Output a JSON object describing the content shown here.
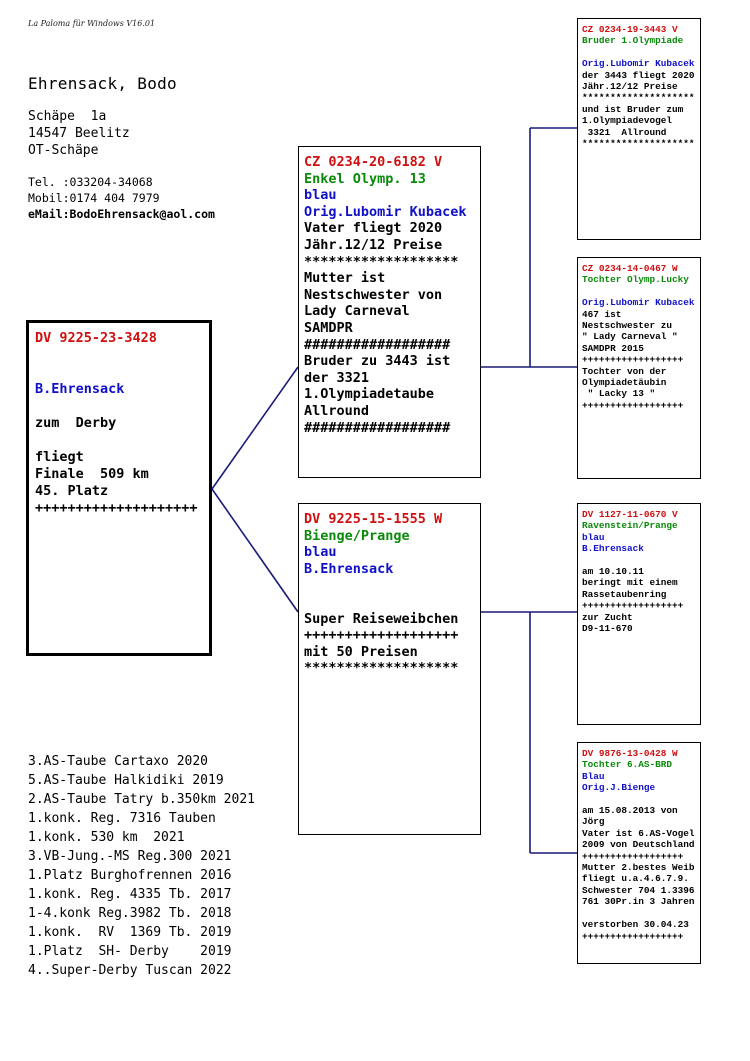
{
  "software": "La Paloma für Windows V16.01",
  "owner": {
    "name": "Ehrensack, Bodo",
    "address": [
      "Schäpe  1a",
      "14547 Beelitz",
      "OT-Schäpe"
    ],
    "phone": "Tel. :033204-34068",
    "mobile": "Mobil:0174 404 7979",
    "email": "eMail:BodoEhrensack@aol.com"
  },
  "main_bird": {
    "lines": [
      {
        "text": "DV 9225-23-3428",
        "color": "red"
      },
      {
        "text": "",
        "color": "black"
      },
      {
        "text": "",
        "color": "black"
      },
      {
        "text": "B.Ehrensack",
        "color": "blue"
      },
      {
        "text": "",
        "color": "black"
      },
      {
        "text": "zum  Derby",
        "color": "black"
      },
      {
        "text": "",
        "color": "black"
      },
      {
        "text": "fliegt",
        "color": "black"
      },
      {
        "text": "Finale  509 km",
        "color": "black"
      },
      {
        "text": "45. Platz",
        "color": "black"
      },
      {
        "text": "++++++++++++++++++++",
        "color": "black"
      }
    ]
  },
  "sire": {
    "lines": [
      {
        "text": "CZ 0234-20-6182 V",
        "color": "red"
      },
      {
        "text": "Enkel Olymp. 13",
        "color": "green"
      },
      {
        "text": "blau",
        "color": "blue"
      },
      {
        "text": "Orig.Lubomir Kubacek",
        "color": "blue"
      },
      {
        "text": "Vater fliegt 2020",
        "color": "black"
      },
      {
        "text": "Jähr.12/12 Preise",
        "color": "black"
      },
      {
        "text": "*******************",
        "color": "black"
      },
      {
        "text": "Mutter ist",
        "color": "black"
      },
      {
        "text": "Nestschwester von",
        "color": "black"
      },
      {
        "text": "Lady Carneval",
        "color": "black"
      },
      {
        "text": "SAMDPR",
        "color": "black"
      },
      {
        "text": "##################",
        "color": "black"
      },
      {
        "text": "Bruder zu 3443 ist",
        "color": "black"
      },
      {
        "text": "der 3321",
        "color": "black"
      },
      {
        "text": "1.Olympiadetaube",
        "color": "black"
      },
      {
        "text": "Allround",
        "color": "black"
      },
      {
        "text": "##################",
        "color": "black"
      }
    ]
  },
  "dam": {
    "lines": [
      {
        "text": "DV 9225-15-1555 W",
        "color": "red"
      },
      {
        "text": "Bienge/Prange",
        "color": "green"
      },
      {
        "text": "blau",
        "color": "blue"
      },
      {
        "text": "B.Ehrensack",
        "color": "blue"
      },
      {
        "text": "",
        "color": "black"
      },
      {
        "text": "",
        "color": "black"
      },
      {
        "text": "Super Reiseweibchen",
        "color": "black"
      },
      {
        "text": "+++++++++++++++++++",
        "color": "black"
      },
      {
        "text": "mit 50 Preisen",
        "color": "black"
      },
      {
        "text": "*******************",
        "color": "black"
      }
    ]
  },
  "sire_sire": {
    "lines": [
      {
        "text": "CZ 0234-19-3443 V",
        "color": "red"
      },
      {
        "text": "Bruder 1.Olympiade",
        "color": "green"
      },
      {
        "text": "",
        "color": "black"
      },
      {
        "text": "Orig.Lubomir Kubacek",
        "color": "blue"
      },
      {
        "text": "der 3443 fliegt 2020",
        "color": "black"
      },
      {
        "text": "Jähr.12/12 Preise",
        "color": "black"
      },
      {
        "text": "********************",
        "color": "black"
      },
      {
        "text": "und ist Bruder zum",
        "color": "black"
      },
      {
        "text": "1.Olympiadevogel",
        "color": "black"
      },
      {
        "text": " 3321  Allround",
        "color": "black"
      },
      {
        "text": "********************",
        "color": "black"
      }
    ]
  },
  "sire_dam": {
    "lines": [
      {
        "text": "CZ 0234-14-0467 W",
        "color": "red"
      },
      {
        "text": "Tochter Olymp.Lucky",
        "color": "green"
      },
      {
        "text": "",
        "color": "black"
      },
      {
        "text": "Orig.Lubomir Kubacek",
        "color": "blue"
      },
      {
        "text": "467 ist",
        "color": "black"
      },
      {
        "text": "Nestschwester zu",
        "color": "black"
      },
      {
        "text": "\" Lady Carneval \"",
        "color": "black"
      },
      {
        "text": "SAMDPR 2015",
        "color": "black"
      },
      {
        "text": "++++++++++++++++++",
        "color": "black"
      },
      {
        "text": "Tochter von der",
        "color": "black"
      },
      {
        "text": "Olympiadetäubin",
        "color": "black"
      },
      {
        "text": " \" Lacky 13 \"",
        "color": "black"
      },
      {
        "text": "++++++++++++++++++",
        "color": "black"
      }
    ]
  },
  "dam_sire": {
    "lines": [
      {
        "text": "DV 1127-11-0670 V",
        "color": "red"
      },
      {
        "text": "Ravenstein/Prange",
        "color": "green"
      },
      {
        "text": "blau",
        "color": "blue"
      },
      {
        "text": "B.Ehrensack",
        "color": "blue"
      },
      {
        "text": "",
        "color": "black"
      },
      {
        "text": "am 10.10.11",
        "color": "black"
      },
      {
        "text": "beringt mit einem",
        "color": "black"
      },
      {
        "text": "Rassetaubenring",
        "color": "black"
      },
      {
        "text": "++++++++++++++++++",
        "color": "black"
      },
      {
        "text": "zur Zucht",
        "color": "black"
      },
      {
        "text": "D9-11-670",
        "color": "black"
      }
    ]
  },
  "dam_dam": {
    "lines": [
      {
        "text": "DV 9876-13-0428 W",
        "color": "red"
      },
      {
        "text": "Tochter 6.AS-BRD",
        "color": "green"
      },
      {
        "text": "Blau",
        "color": "blue"
      },
      {
        "text": "Orig.J.Bienge",
        "color": "blue"
      },
      {
        "text": "",
        "color": "black"
      },
      {
        "text": "am 15.08.2013 von",
        "color": "black"
      },
      {
        "text": "Jörg",
        "color": "black"
      },
      {
        "text": "Vater ist 6.AS-Vogel",
        "color": "black"
      },
      {
        "text": "2009 von Deutschland",
        "color": "black"
      },
      {
        "text": "++++++++++++++++++",
        "color": "black"
      },
      {
        "text": "Mutter 2.bestes Weib",
        "color": "black"
      },
      {
        "text": "fliegt u.a.4.6.7.9.",
        "color": "black"
      },
      {
        "text": "Schwester 704 1.3396",
        "color": "black"
      },
      {
        "text": "761 30Pr.in 3 Jahren",
        "color": "black"
      },
      {
        "text": "",
        "color": "black"
      },
      {
        "text": "verstorben 30.04.23",
        "color": "black"
      },
      {
        "text": "++++++++++++++++++",
        "color": "black"
      }
    ]
  },
  "achievements": [
    "3.AS-Taube Cartaxo 2020",
    "5.AS-Taube Halkidiki 2019",
    "2.AS-Taube Tatry b.350km 2021",
    "1.konk. Reg. 7316 Tauben",
    "1.konk. 530 km  2021",
    "3.VB-Jung.-MS Reg.300 2021",
    "1.Platz Burghofrennen 2016",
    "1.konk. Reg. 4335 Tb. 2017",
    "1-4.konk Reg.3982 Tb. 2018",
    "1.konk.  RV  1369 Tb. 2019",
    "1.Platz  SH- Derby    2019",
    "4..Super-Derby Tuscan 2022"
  ],
  "colors": {
    "red": "#d01010",
    "green": "#0a8a0a",
    "blue": "#1010c8",
    "connector": "#1a1a7a"
  }
}
